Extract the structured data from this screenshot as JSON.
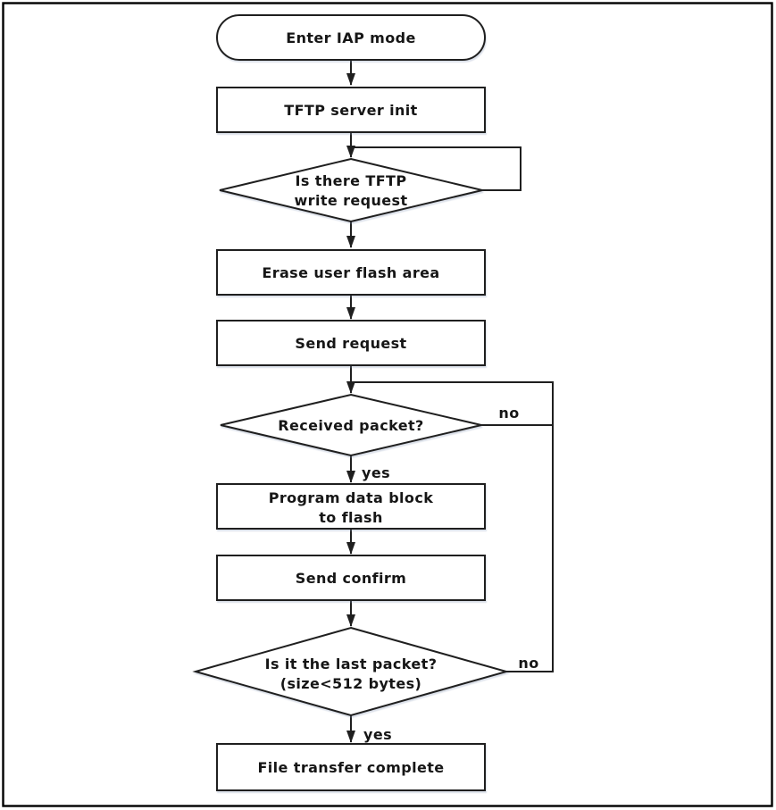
{
  "diagram_type": "flowchart",
  "colors": {
    "background": "#ffffff",
    "line": "#1f1f1f",
    "text": "#161616",
    "page_border": "#000000",
    "shape_fill": "#ffffff"
  },
  "nodes": {
    "start": {
      "shape": "terminator",
      "label": "Enter IAP mode"
    },
    "tftp_server_init": {
      "shape": "process",
      "label": "TFTP server init"
    },
    "is_there_tftp_write_request": {
      "shape": "decision",
      "line1": "Is there TFTP",
      "line2": "write request"
    },
    "erase_user_flash_area": {
      "shape": "process",
      "label": "Erase user flash area"
    },
    "send_request": {
      "shape": "process",
      "label": "Send request"
    },
    "received_packet": {
      "shape": "decision",
      "label": "Received packet?"
    },
    "program_data_block_to_flash": {
      "shape": "process",
      "line1": "Program data block",
      "line2": "to flash"
    },
    "send_confirm": {
      "shape": "process",
      "label": "Send confirm"
    },
    "is_it_the_last_packet": {
      "shape": "decision",
      "line1": "Is it the last packet?",
      "line2": "(size<512 bytes)"
    },
    "file_transfer_complete": {
      "shape": "process",
      "label": "File transfer complete"
    }
  },
  "edges": [
    {
      "from": "start",
      "to": "tftp_server_init",
      "label": ""
    },
    {
      "from": "tftp_server_init",
      "to": "is_there_tftp_write_request",
      "label": ""
    },
    {
      "from": "is_there_tftp_write_request",
      "to": "is_there_tftp_write_request",
      "label": ""
    },
    {
      "from": "is_there_tftp_write_request",
      "to": "erase_user_flash_area",
      "label": ""
    },
    {
      "from": "erase_user_flash_area",
      "to": "send_request",
      "label": ""
    },
    {
      "from": "send_request",
      "to": "received_packet",
      "label": ""
    },
    {
      "from": "received_packet",
      "to": "received_packet",
      "label": "no"
    },
    {
      "from": "received_packet",
      "to": "program_data_block_to_flash",
      "label": "yes"
    },
    {
      "from": "program_data_block_to_flash",
      "to": "send_confirm",
      "label": ""
    },
    {
      "from": "send_confirm",
      "to": "is_it_the_last_packet",
      "label": ""
    },
    {
      "from": "is_it_the_last_packet",
      "to": "received_packet",
      "label": "no"
    },
    {
      "from": "is_it_the_last_packet",
      "to": "file_transfer_complete",
      "label": "yes"
    }
  ]
}
